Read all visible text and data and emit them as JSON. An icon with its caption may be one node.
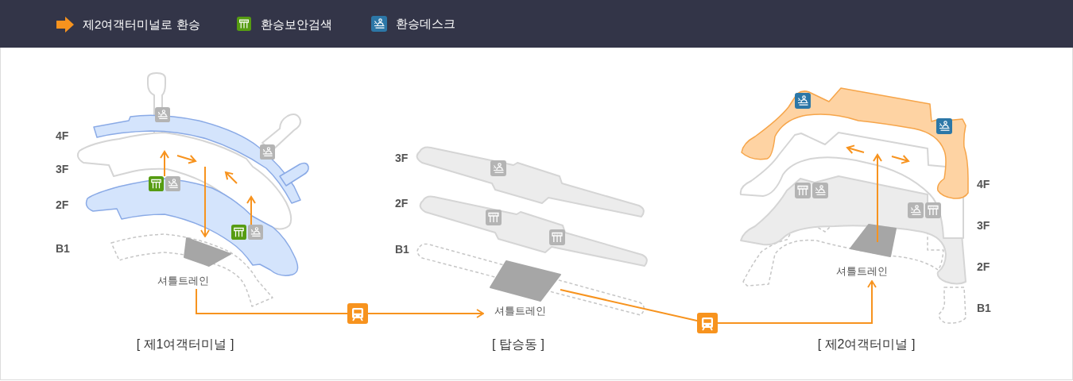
{
  "diagram": {
    "nodes": [
      {
        "text": [],
        "shape": "box",
        "beside": [
          "셔틀트레인"
        ]
      },
      {
        "text": [],
        "shape": "box",
        "beside": [
          "셔틀트레인"
        ]
      },
      {
        "text": [],
        "shape": "box",
        "beside": [
          "셔틀트레인"
        ]
      }
    ],
    "edges": [
      {
        "from": null,
        "to": 0,
        "arrow": "to"
      },
      {
        "from": 0,
        "to": 1,
        "arrow": "to"
      },
      {
        "from": 1,
        "to": 2,
        "arrow": "to"
      }
    ],
    "labels": [
      "4F",
      "3F",
      "2F",
      "B1",
      "3F",
      "2F",
      "B1",
      "4F",
      "3F",
      "2F",
      "B1",
      "[ 제1여객터미널 ]",
      "[ 탑승동 ]",
      "[ 제2여객터미널 ]"
    ],
    "legend": [
      {
        "text": "제2여객터미널로 환승"
      },
      {
        "text": "환승보안검색",
        "color": "#569c12"
      },
      {
        "text": "환승데스크",
        "color": "#2c77a7"
      }
    ]
  }
}
